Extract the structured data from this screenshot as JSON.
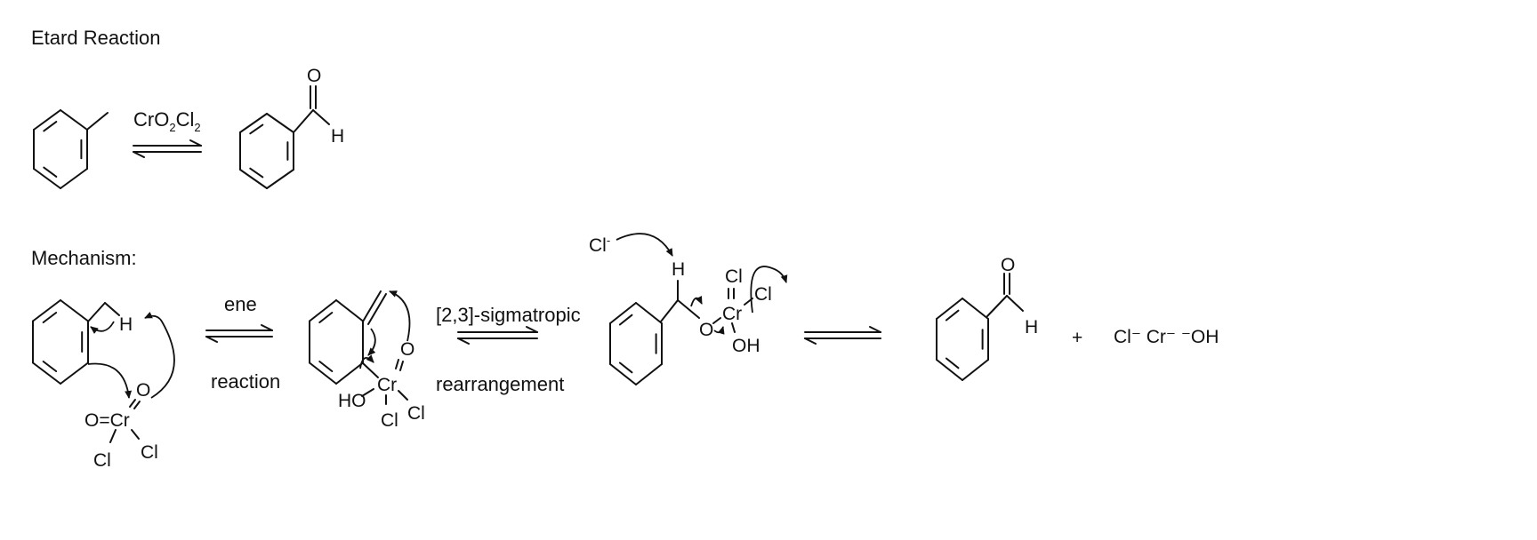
{
  "title": "Etard Reaction",
  "reagent": {
    "main": "CrO",
    "sub1": "2",
    "mid": "Cl",
    "sub2": "2"
  },
  "mechanism_label": "Mechanism:",
  "steps": {
    "step1_top": "ene",
    "step1_bottom": "reaction",
    "step2_top": "[2,3]-sigmatropic",
    "step2_bottom": "rearrangement"
  },
  "atoms": {
    "O": "O",
    "H": "H",
    "Cl": "Cl",
    "Cr": "Cr",
    "HO": "HO",
    "OH": "OH",
    "OeqCr": "O=Cr",
    "minus": "-",
    "plus": "+",
    "byproducts": "Cl⁻  Cr⁻  ⁻OH"
  }
}
